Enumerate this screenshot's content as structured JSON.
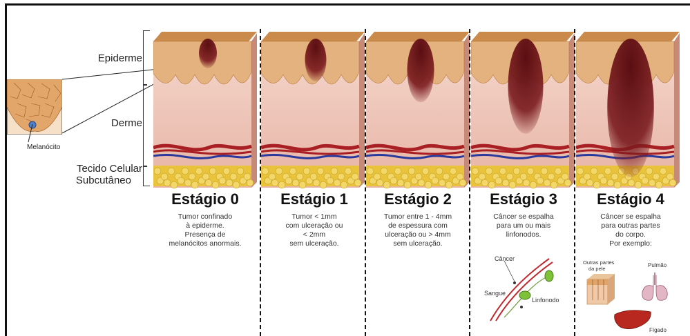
{
  "layers": {
    "epiderme": "Epiderme",
    "derme": "Derme",
    "subcutaneo_line1": "Tecido Celular",
    "subcutaneo_line2": "Subcutâneo",
    "melanocito": "Melanócito"
  },
  "stages": [
    {
      "title": "Estágio 0",
      "desc": [
        "Tumor confinado",
        "à epiderme.",
        "Presença de",
        "melanócitos anormais."
      ],
      "tumor_depth": 0.12
    },
    {
      "title": "Estágio 1",
      "desc": [
        "Tumor < 1mm",
        "com ulceração ou",
        "< 2mm",
        "sem ulceração."
      ],
      "tumor_depth": 0.22
    },
    {
      "title": "Estágio 2",
      "desc": [
        "Tumor entre 1 - 4mm",
        "de espessura com",
        "ulceração ou > 4mm",
        "sem ulceração."
      ],
      "tumor_depth": 0.38
    },
    {
      "title": "Estágio 3",
      "desc": [
        "Câncer se espalha",
        "para um ou mais",
        "linfonodos."
      ],
      "tumor_depth": 0.62
    },
    {
      "title": "Estágio 4",
      "desc": [
        "Câncer se espalha",
        "para outras partes",
        "do corpo.",
        "Por exemplo:"
      ],
      "tumor_depth": 0.95
    }
  ],
  "stage3_diagram": {
    "cancer": "Câncer",
    "sangue": "Sangue",
    "linfonodo": "Linfonodo"
  },
  "stage4_examples": {
    "skin_line1": "Outras partes",
    "skin_line2": "da pele",
    "pulmao": "Pulmão",
    "figado": "Fígado"
  },
  "colors": {
    "epidermis": "#e3b27f",
    "dermis": "#f2cfc4",
    "tumor": "#7a1a1e",
    "fat": "#e9c43a",
    "artery": "#a81f24",
    "vein": "#2a3a9c"
  }
}
